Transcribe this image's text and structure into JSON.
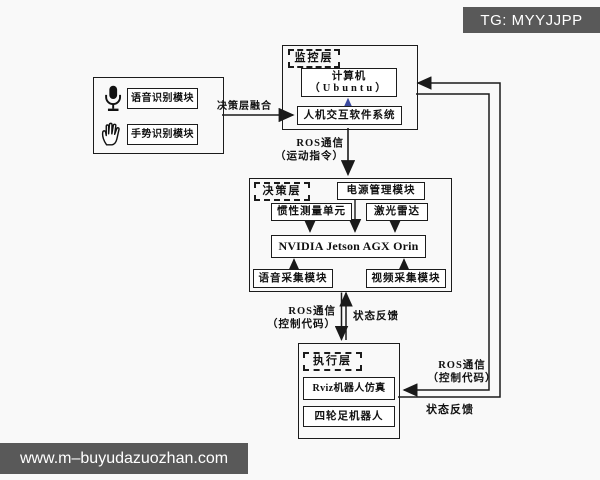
{
  "watermarks": {
    "top": "TG: MYYJJPP",
    "bottom": "www.m–buyudazuozhan.com"
  },
  "diagram": {
    "input_group": {
      "voice_module": "语音识别模块",
      "gesture_module": "手势识别模块"
    },
    "icons": {
      "voice": "microphone-icon",
      "gesture": "hand-icon"
    },
    "fusion_label": "决策层融合",
    "monitor_layer": {
      "label": "监控层",
      "computer_line1": "计算机",
      "computer_line2": "（Ubuntu）",
      "hmi": "人机交互软件系统"
    },
    "link_monitor_decision": {
      "line1": "ROS通信",
      "line2": "（运动指令）"
    },
    "decision_layer": {
      "label": "决策层",
      "power": "电源管理模块",
      "imu": "惯性测量单元",
      "lidar": "激光雷达",
      "soc": "NVIDIA Jetson AGX Orin",
      "audio_capture": "语音采集模块",
      "video_capture": "视频采集模块"
    },
    "link_decision_execution": {
      "left_line1": "ROS通信",
      "left_line2": "（控制代码）",
      "right_label": "状态反馈"
    },
    "execution_layer": {
      "label": "执行层",
      "rviz": "Rviz机器人仿真",
      "robot": "四轮足机器人"
    },
    "right_loop": {
      "ros_line1": "ROS通信",
      "ros_line2": "（控制代码）",
      "feedback_label": "状态反馈"
    },
    "colors": {
      "line": "#1a1a1a",
      "blue_arrow": "#3b4a9f",
      "watermark_bg": "#595959"
    }
  }
}
